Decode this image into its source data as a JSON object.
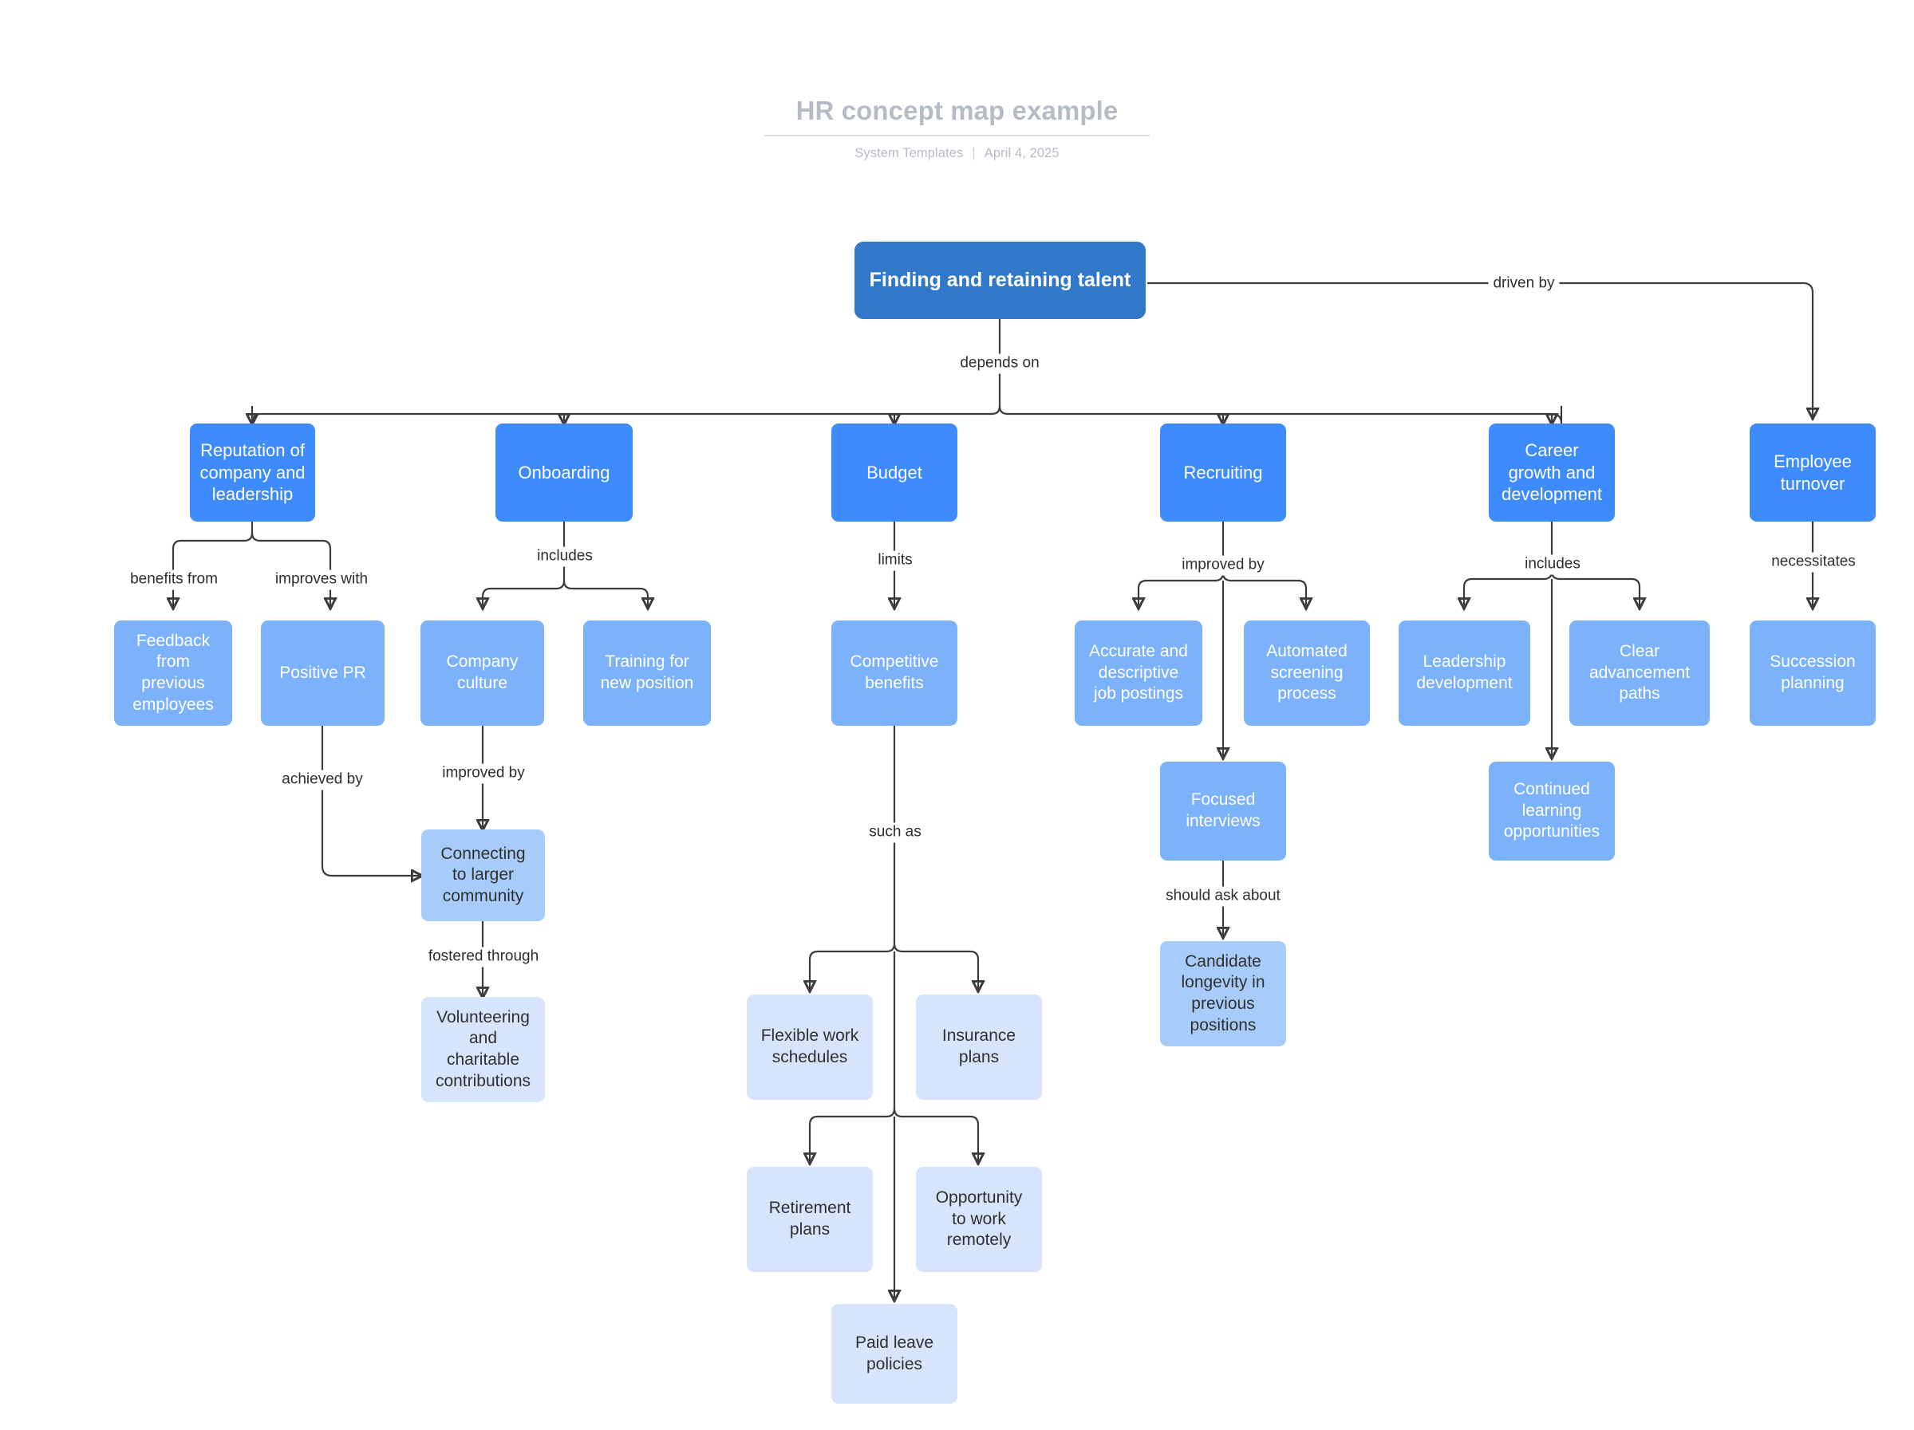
{
  "header": {
    "title": "HR concept map example",
    "author": "System Templates",
    "separator": "|",
    "date": "April 4, 2025"
  },
  "colors": {
    "root_node": "#3179c8",
    "level1_node": "#3d8bfd",
    "level2_node": "#7cb2fc",
    "level3_node": "#a8ccfa",
    "level4_node": "#d6e5fb",
    "edge": "#3c3c3c",
    "title_text": "#b6bcc6",
    "canvas": "#ffffff"
  },
  "chart_data": {
    "type": "diagram",
    "diagram_kind": "concept-map",
    "title": "HR concept map example",
    "root": "Finding and retaining talent",
    "nodes": [
      {
        "id": "root",
        "label": "Finding and retaining talent",
        "level": 0
      },
      {
        "id": "reputation",
        "label": "Reputation of\ncompany and\nleadership",
        "level": 1
      },
      {
        "id": "onboarding",
        "label": "Onboarding",
        "level": 1
      },
      {
        "id": "budget",
        "label": "Budget",
        "level": 1
      },
      {
        "id": "recruiting",
        "label": "Recruiting",
        "level": 1
      },
      {
        "id": "career",
        "label": "Career\ngrowth and\ndevelopment",
        "level": 1
      },
      {
        "id": "turnover",
        "label": "Employee\nturnover",
        "level": 1
      },
      {
        "id": "feedback",
        "label": "Feedback\nfrom\nprevious\nemployees",
        "level": 2
      },
      {
        "id": "pr",
        "label": "Positive PR",
        "level": 2
      },
      {
        "id": "culture",
        "label": "Company\nculture",
        "level": 2
      },
      {
        "id": "training",
        "label": "Training for\nnew position",
        "level": 2
      },
      {
        "id": "benefits",
        "label": "Competitive\nbenefits",
        "level": 2
      },
      {
        "id": "postings",
        "label": "Accurate and\ndescriptive\njob postings",
        "level": 2
      },
      {
        "id": "screening",
        "label": "Automated\nscreening\nprocess",
        "level": 2
      },
      {
        "id": "leadership",
        "label": "Leadership\ndevelopment",
        "level": 2
      },
      {
        "id": "advancement",
        "label": "Clear\nadvancement\npaths",
        "level": 2
      },
      {
        "id": "succession",
        "label": "Succession\nplanning",
        "level": 2
      },
      {
        "id": "interviews",
        "label": "Focused\ninterviews",
        "level": 2
      },
      {
        "id": "learning",
        "label": "Continued\nlearning\nopportunities",
        "level": 2
      },
      {
        "id": "community",
        "label": "Connecting\nto larger\ncommunity",
        "level": 3
      },
      {
        "id": "longevity",
        "label": "Candidate\nlongevity in\nprevious\npositions",
        "level": 3
      },
      {
        "id": "volunteering",
        "label": "Volunteering\nand\ncharitable\ncontributions",
        "level": 4
      },
      {
        "id": "flexible",
        "label": "Flexible work\nschedules",
        "level": 4
      },
      {
        "id": "insurance",
        "label": "Insurance\nplans",
        "level": 4
      },
      {
        "id": "retirement",
        "label": "Retirement\nplans",
        "level": 4
      },
      {
        "id": "remote",
        "label": "Opportunity\nto work\nremotely",
        "level": 4
      },
      {
        "id": "paidleave",
        "label": "Paid leave\npolicies",
        "level": 4
      }
    ],
    "edges": [
      {
        "from": "root",
        "to": "reputation",
        "label": "depends on"
      },
      {
        "from": "root",
        "to": "onboarding",
        "label": "depends on"
      },
      {
        "from": "root",
        "to": "budget",
        "label": "depends on"
      },
      {
        "from": "root",
        "to": "recruiting",
        "label": "depends on"
      },
      {
        "from": "root",
        "to": "career",
        "label": "depends on"
      },
      {
        "from": "root",
        "to": "turnover",
        "label": "driven by"
      },
      {
        "from": "reputation",
        "to": "feedback",
        "label": "benefits from"
      },
      {
        "from": "reputation",
        "to": "pr",
        "label": "improves with"
      },
      {
        "from": "onboarding",
        "to": "culture",
        "label": "includes"
      },
      {
        "from": "onboarding",
        "to": "training",
        "label": "includes"
      },
      {
        "from": "budget",
        "to": "benefits",
        "label": "limits"
      },
      {
        "from": "recruiting",
        "to": "postings",
        "label": "improved by"
      },
      {
        "from": "recruiting",
        "to": "screening",
        "label": "improved by"
      },
      {
        "from": "recruiting",
        "to": "interviews",
        "label": "improved by"
      },
      {
        "from": "career",
        "to": "leadership",
        "label": "includes"
      },
      {
        "from": "career",
        "to": "advancement",
        "label": "includes"
      },
      {
        "from": "career",
        "to": "learning",
        "label": "includes"
      },
      {
        "from": "turnover",
        "to": "succession",
        "label": "necessitates"
      },
      {
        "from": "pr",
        "to": "community",
        "label": "achieved by"
      },
      {
        "from": "culture",
        "to": "community",
        "label": "improved by"
      },
      {
        "from": "community",
        "to": "volunteering",
        "label": "fostered through"
      },
      {
        "from": "benefits",
        "to": "flexible",
        "label": "such as"
      },
      {
        "from": "benefits",
        "to": "insurance",
        "label": "such as"
      },
      {
        "from": "benefits",
        "to": "retirement",
        "label": "such as"
      },
      {
        "from": "benefits",
        "to": "remote",
        "label": "such as"
      },
      {
        "from": "benefits",
        "to": "paidleave",
        "label": "such as"
      },
      {
        "from": "interviews",
        "to": "longevity",
        "label": "should ask about"
      }
    ],
    "edge_labels": [
      "depends on",
      "driven by",
      "benefits from",
      "improves with",
      "includes",
      "limits",
      "improved by",
      "necessitates",
      "achieved by",
      "fostered through",
      "such as",
      "should ask about"
    ]
  },
  "labels": {
    "depends_on": "depends on",
    "driven_by": "driven by",
    "benefits_from": "benefits from",
    "improves_with": "improves with",
    "includes_onboarding": "includes",
    "limits": "limits",
    "improved_by_recruiting": "improved by",
    "includes_career": "includes",
    "necessitates": "necessitates",
    "achieved_by": "achieved by",
    "improved_by_culture": "improved by",
    "fostered_through": "fostered through",
    "such_as": "such as",
    "should_ask_about": "should ask about"
  },
  "nodes": {
    "root": "Finding and retaining talent",
    "reputation": "Reputation of\ncompany and\nleadership",
    "onboarding": "Onboarding",
    "budget": "Budget",
    "recruiting": "Recruiting",
    "career": "Career\ngrowth and\ndevelopment",
    "turnover": "Employee\nturnover",
    "feedback": "Feedback\nfrom\nprevious\nemployees",
    "pr": "Positive PR",
    "culture": "Company\nculture",
    "training": "Training for\nnew position",
    "benefits": "Competitive\nbenefits",
    "postings": "Accurate and\ndescriptive\njob postings",
    "screening": "Automated\nscreening\nprocess",
    "leadership": "Leadership\ndevelopment",
    "advancement": "Clear\nadvancement\npaths",
    "succession": "Succession\nplanning",
    "interviews": "Focused\ninterviews",
    "learning": "Continued\nlearning\nopportunities",
    "community": "Connecting\nto larger\ncommunity",
    "longevity": "Candidate\nlongevity in\nprevious\npositions",
    "volunteering": "Volunteering\nand\ncharitable\ncontributions",
    "flexible": "Flexible work\nschedules",
    "insurance": "Insurance\nplans",
    "retirement": "Retirement\nplans",
    "remote": "Opportunity\nto work\nremotely",
    "paidleave": "Paid leave\npolicies"
  }
}
